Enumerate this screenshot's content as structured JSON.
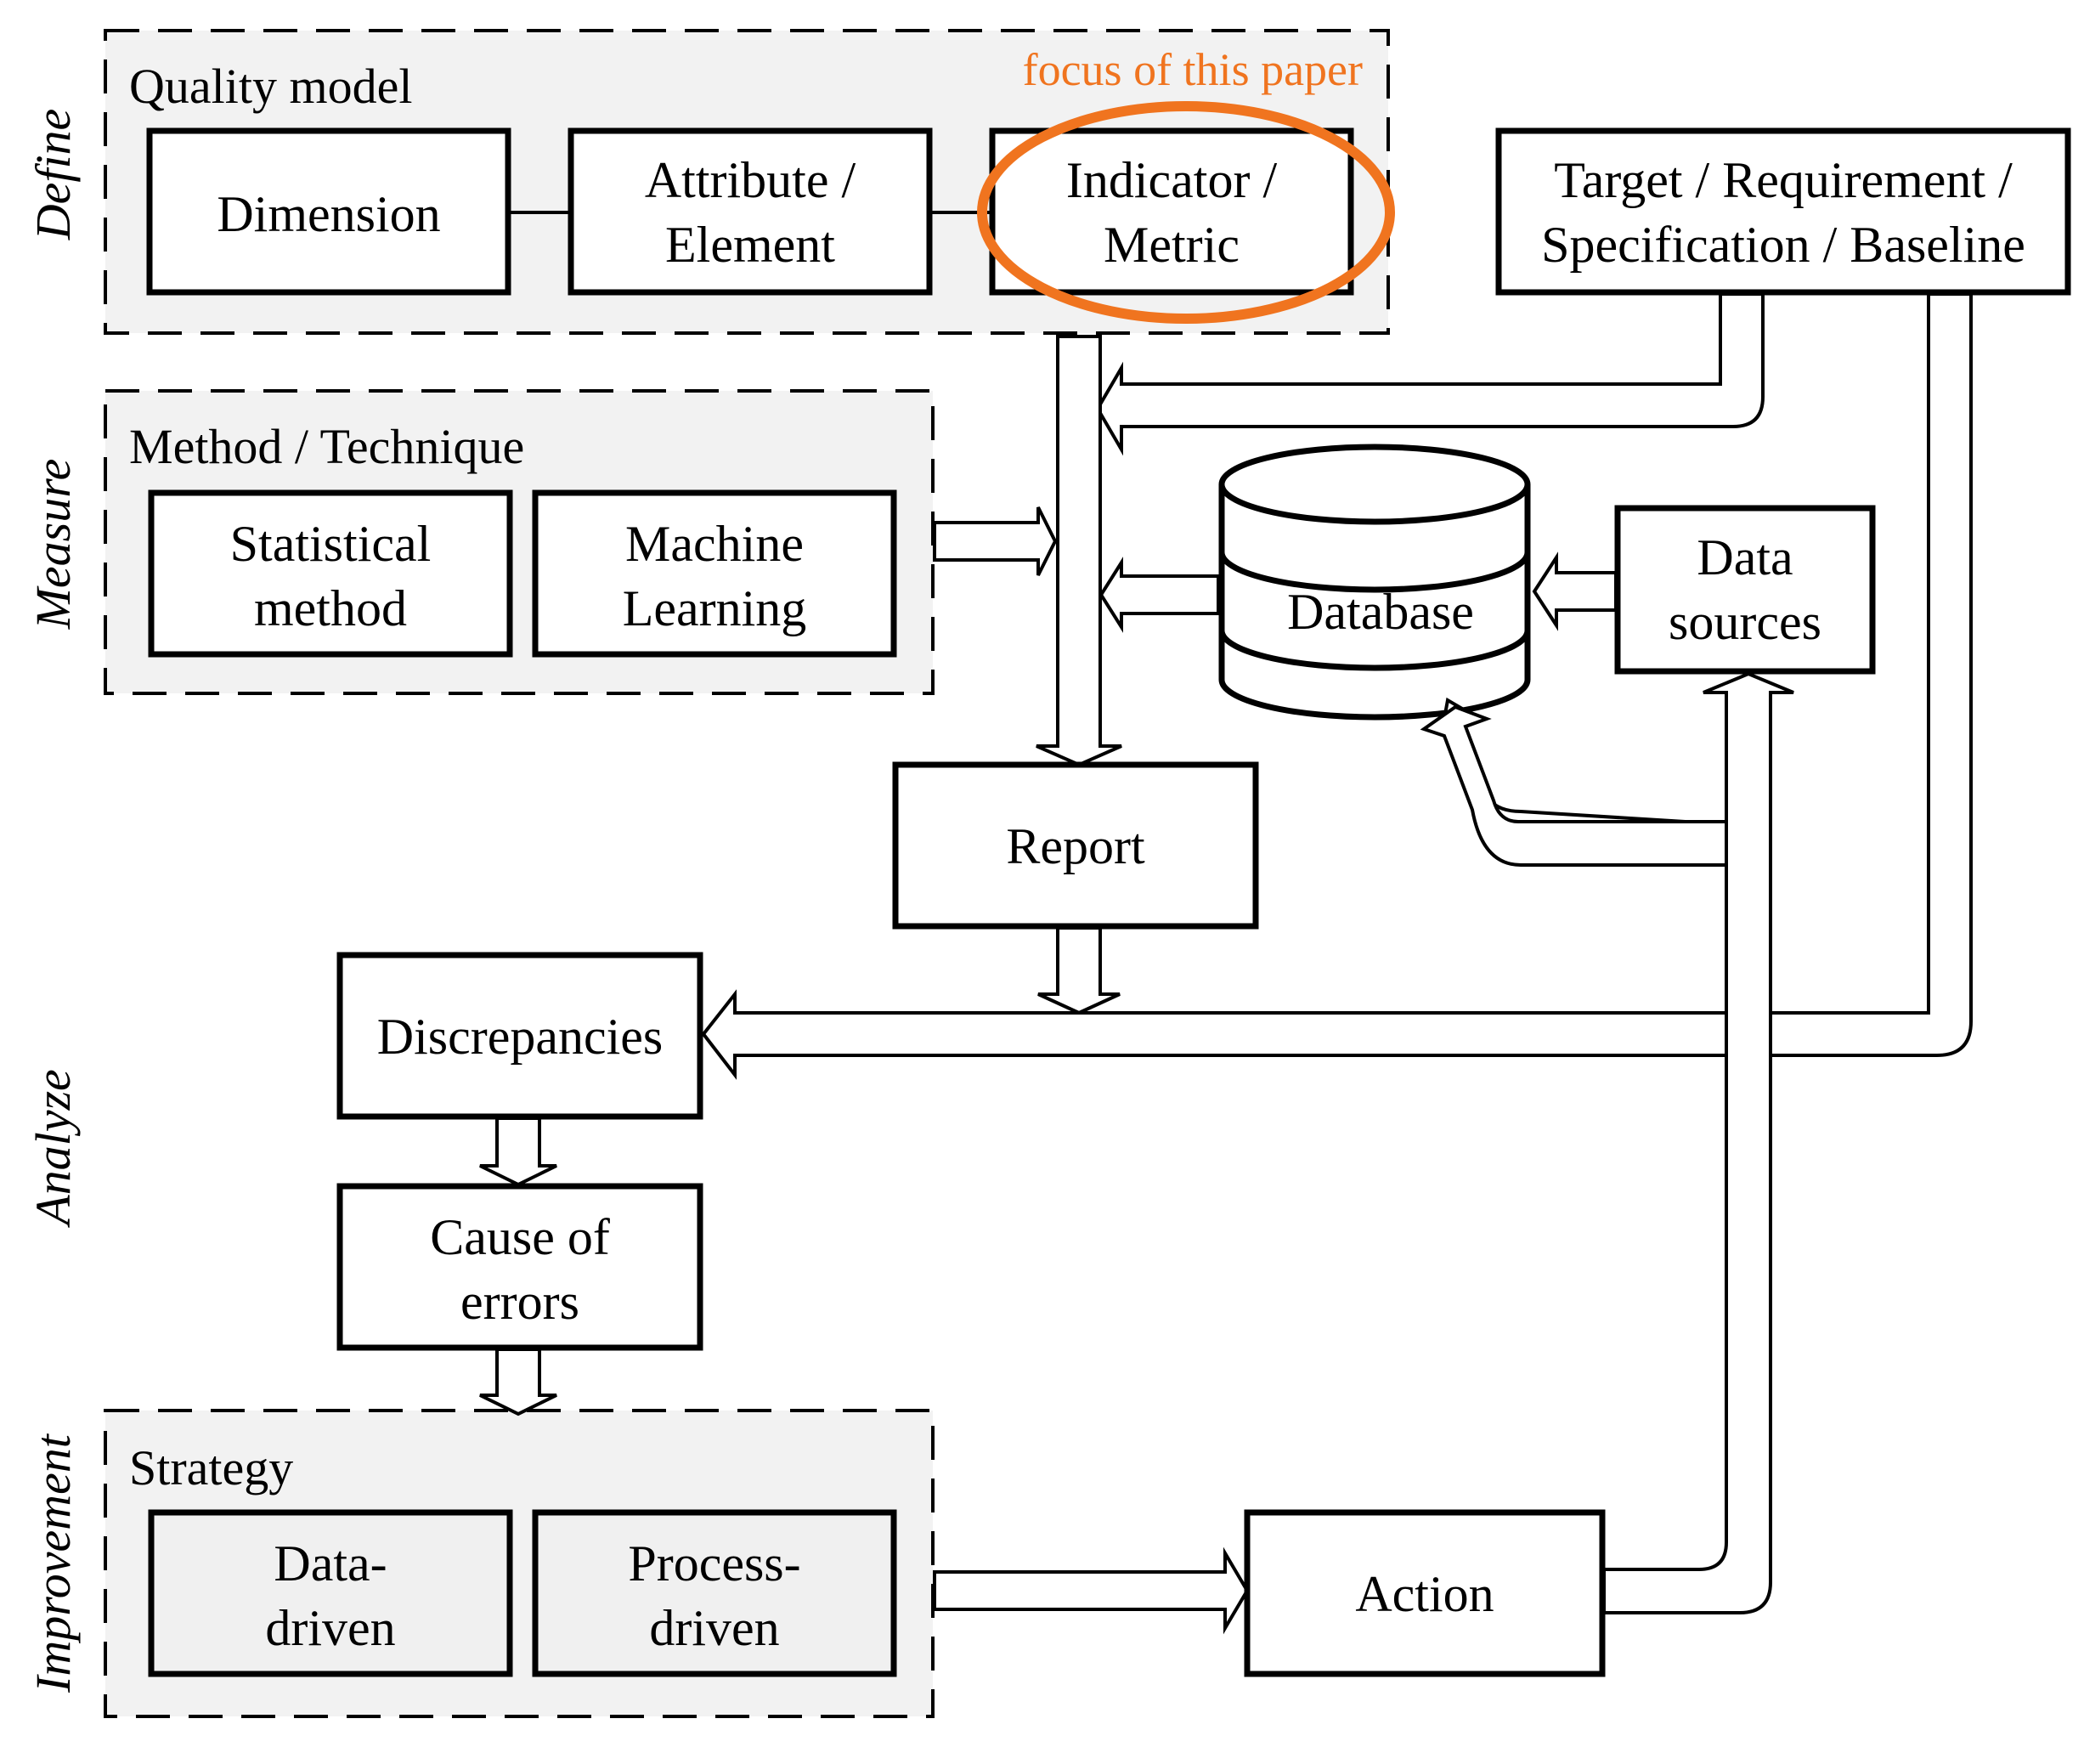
{
  "phases": {
    "define": "Define",
    "measure": "Measure",
    "analyze": "Analyze",
    "improvement": "Improvement"
  },
  "quality_model": {
    "title": "Quality model",
    "focus_note": "focus of this paper",
    "dimension": [
      "Dimension"
    ],
    "attribute": [
      "Attribute /",
      "Element"
    ],
    "indicator": [
      "Indicator /",
      "Metric"
    ]
  },
  "target": [
    "Target / Requirement /",
    "Specification / Baseline"
  ],
  "method": {
    "title": "Method / Technique",
    "statistical": [
      "Statistical",
      "method"
    ],
    "ml": [
      "Machine",
      "Learning"
    ]
  },
  "database": "Database",
  "data_sources": [
    "Data",
    "sources"
  ],
  "report": "Report",
  "discrepancies": "Discrepancies",
  "cause": [
    "Cause of",
    "errors"
  ],
  "strategy": {
    "title": "Strategy",
    "data_driven": [
      "Data-",
      "driven"
    ],
    "process_driven": [
      "Process-",
      "driven"
    ]
  },
  "action": "Action",
  "colors": {
    "focus": "#f0741f",
    "group_fill": "#f2f2f2",
    "stroke": "#000000"
  }
}
